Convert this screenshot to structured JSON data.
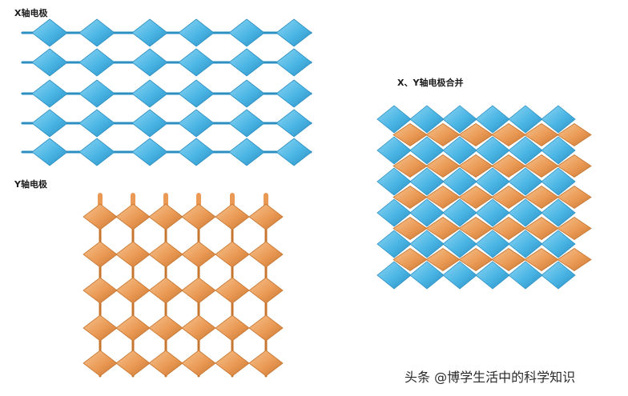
{
  "labels": {
    "x_electrode": "X轴电极",
    "y_electrode": "Y轴电极",
    "xy_merged": "X、Y轴电极合并"
  },
  "watermark": "头条 @博学生活中的科学知识",
  "colors": {
    "x_fill": "#4ab5e4",
    "x_highlight": "#8fd6f3",
    "x_edge": "#2c8fc2",
    "y_fill": "#ea9a55",
    "y_highlight": "#f6c38f",
    "y_edge": "#c77630"
  }
}
